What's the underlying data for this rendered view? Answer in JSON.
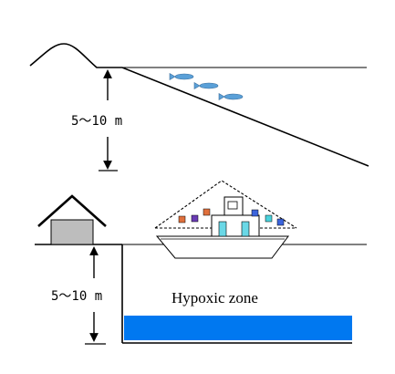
{
  "labels": {
    "depth_top": "5～10 m",
    "depth_bottom": "5～10 m",
    "hypoxic_zone": "Hypoxic zone"
  },
  "colors": {
    "line": "#000000",
    "hypoxic_water": "#0078f0",
    "house_body": "#bdbdbd",
    "fish": "#5aa0d8",
    "float_orange": "#e0703c",
    "float_purple": "#6a3cb4",
    "float_blue": "#3c64dc",
    "float_cyan": "#4ad2dc",
    "cabin_window": "#6ad8e6"
  },
  "icons": {
    "fish": "fish-icon",
    "house": "house-icon",
    "boat": "boat-icon"
  }
}
